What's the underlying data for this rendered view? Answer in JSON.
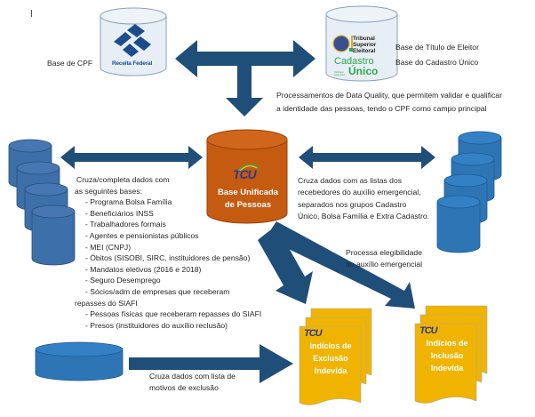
{
  "colors": {
    "arrow": "#1f4e79",
    "db_blue": "#2e75b6",
    "db_blue_alt": "#3d6fa8",
    "db_light": "#e8eef5",
    "db_orange": "#c55a11",
    "doc_yellow": "#f0b400",
    "cadastro_green": "#2ca84e"
  },
  "top": {
    "cpf_label": "Base de CPF",
    "receita_logo_text": "Receita Federal",
    "tse_logo_lines": [
      "Tribunal",
      "Superior",
      "Eleitoral"
    ],
    "cadastro_logo_text": "Cadastro",
    "cadastro_logo_sub": "Único",
    "cadastro_tagline": "Conhecer para incluir",
    "right_labels": [
      "Base de Título de Eleitor",
      "Base do Cadastro Único"
    ],
    "data_quality_lines": [
      "Processamentos de Data Quality, que permitem validar e qualificar",
      "a identidade das pessoas, tendo o CPF como campo principal"
    ]
  },
  "center": {
    "logo": "TCU",
    "title_lines": [
      "Base Unificada",
      "de Pessoas"
    ]
  },
  "left": {
    "intro_lines": [
      "Cruza/completa dados com",
      "as seguintes bases:"
    ],
    "bases": [
      "- Programa Bolsa Família",
      "- Beneficiários INSS",
      "- Trabalhadores formais",
      "- Agentes e pensionistas públicos",
      "- MEI (CNPJ)",
      "- Óbitos (SISOBI, SIRC, instituidores de pensão)",
      "- Mandatos eletivos (2016 e 2018)",
      "- Seguro Desemprego",
      "- Sócios/adm de empresas que receberam"
    ],
    "bases_continuation": "repasses do SIAFI",
    "bases_extra": [
      "- Pessoas físicas que receberam repasses do SIAFI",
      "- Presos (instituidores do auxílio reclusão)"
    ]
  },
  "right": {
    "description_lines": [
      "Cruza dados com as listas dos",
      "recebedores do auxílio emergencial,",
      "separados nos grupos Cadastro",
      "Único, Bolsa Família e Extra Cadastro."
    ]
  },
  "eligibility": {
    "label_lines": [
      "Processa elegibilidade",
      "ao auxílio emergencial"
    ]
  },
  "bottom": {
    "exclusion_cross_lines": [
      "Cruza dados com lista de",
      "motivos de exclusão"
    ],
    "doc_exclusion": {
      "logo": "TCU",
      "lines": [
        "Indícios de",
        "Exclusão",
        "Indevida"
      ]
    },
    "doc_inclusion": {
      "logo": "TCU",
      "lines": [
        "Indícios de",
        "Inclusão",
        "Indevida"
      ]
    }
  }
}
